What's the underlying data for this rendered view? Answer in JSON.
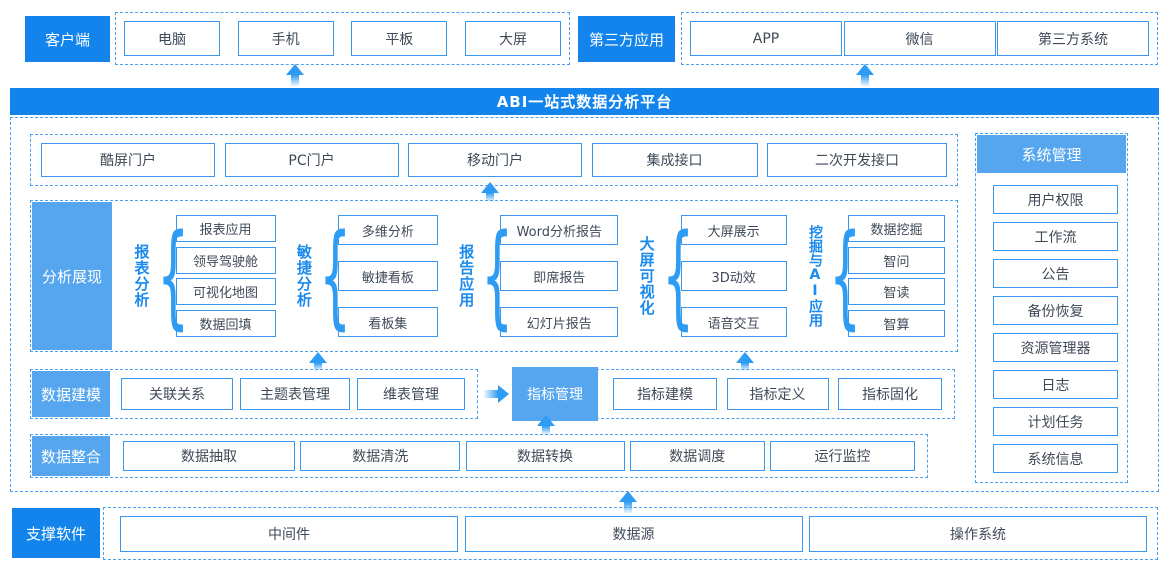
{
  "banner": {
    "title": "ABI一站式数据分析平台"
  },
  "glyphs": {
    "brace": "{"
  },
  "colors": {
    "primary_blue": "#1284ec",
    "light_blue": "#55a6ee",
    "box_border_blue": "#3b96ee",
    "dashed_blue": "#4d9ff0",
    "box_text": "#3f4a58",
    "group_label_blue": "#1b8bed"
  },
  "top": {
    "client": {
      "label": "客户端",
      "items": [
        "电脑",
        "手机",
        "平板",
        "大屏"
      ]
    },
    "third_party": {
      "label": "第三方应用",
      "items": [
        "APP",
        "微信",
        "第三方系统"
      ]
    }
  },
  "portals": {
    "items": [
      "酷屏门户",
      "PC门户",
      "移动门户",
      "集成接口",
      "二次开发接口"
    ]
  },
  "analysis": {
    "label": "分析展现",
    "groups": [
      {
        "name": "报表分析",
        "items": [
          "报表应用",
          "领导驾驶舱",
          "可视化地图",
          "数据回填"
        ]
      },
      {
        "name": "敏捷分析",
        "items": [
          "多维分析",
          "敏捷看板",
          "看板集"
        ]
      },
      {
        "name": "报告应用",
        "items": [
          "Word分析报告",
          "即席报告",
          "幻灯片报告"
        ]
      },
      {
        "name": "大屏可视化",
        "items": [
          "大屏展示",
          "3D动效",
          "语音交互"
        ]
      },
      {
        "name": "挖掘与AI应用",
        "items": [
          "数据挖掘",
          "智问",
          "智读",
          "智算"
        ]
      }
    ]
  },
  "modeling": {
    "label": "数据建模",
    "items": [
      "关联关系",
      "主题表管理",
      "维表管理"
    ],
    "indicator": {
      "label": "指标管理",
      "items": [
        "指标建模",
        "指标定义",
        "指标固化"
      ]
    }
  },
  "integration": {
    "label": "数据整合",
    "items": [
      "数据抽取",
      "数据清洗",
      "数据转换",
      "数据调度",
      "运行监控"
    ]
  },
  "system": {
    "label": "系统管理",
    "items": [
      "用户权限",
      "工作流",
      "公告",
      "备份恢复",
      "资源管理器",
      "日志",
      "计划任务",
      "系统信息"
    ]
  },
  "support": {
    "label": "支撑软件",
    "items": [
      "中间件",
      "数据源",
      "操作系统"
    ]
  }
}
